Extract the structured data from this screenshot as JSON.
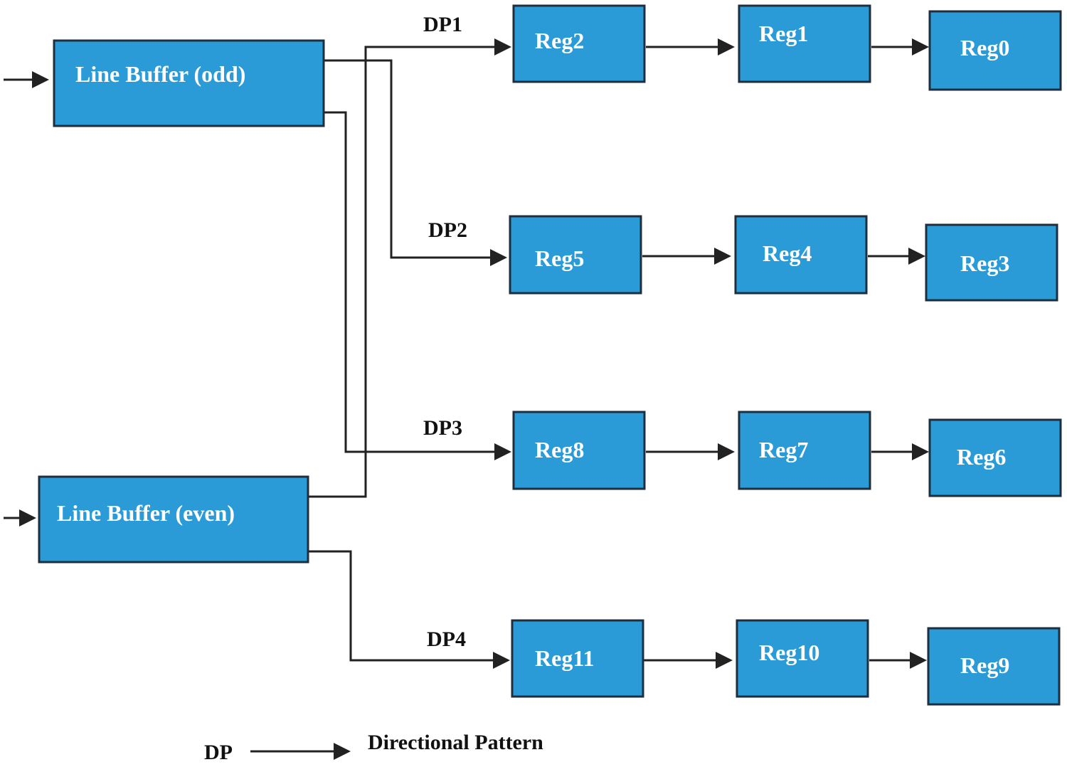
{
  "blocks": {
    "line_buffer_odd": "Line Buffer (odd)",
    "line_buffer_even": "Line Buffer (even)",
    "reg0": "Reg0",
    "reg1": "Reg1",
    "reg2": "Reg2",
    "reg3": "Reg3",
    "reg4": "Reg4",
    "reg5": "Reg5",
    "reg6": "Reg6",
    "reg7": "Reg7",
    "reg8": "Reg8",
    "reg9": "Reg9",
    "reg10": "Reg10",
    "reg11": "Reg11"
  },
  "paths": {
    "dp1": "DP1",
    "dp2": "DP2",
    "dp3": "DP3",
    "dp4": "DP4"
  },
  "legend": {
    "symbol": "DP",
    "meaning": "Directional Pattern"
  },
  "colors": {
    "block_fill": "#2b9bd8",
    "block_border": "#1d2f3f",
    "wire": "#222222"
  }
}
